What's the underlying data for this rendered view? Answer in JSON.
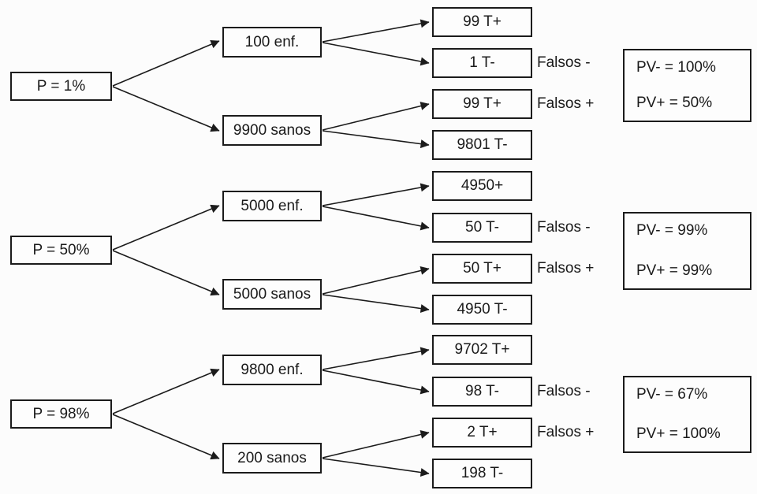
{
  "diagram": {
    "description": "Decision tree of test results by disease prevalence with predictive values",
    "line_color": "#1b1b1b",
    "background": "#fcfcfc",
    "groups": [
      {
        "root": "P = 1%",
        "branches": [
          "100 enf.",
          "9900 sanos"
        ],
        "leaves": [
          "99 T+",
          "1 T-",
          "99 T+",
          "9801 T-"
        ],
        "falsos_neg": "Falsos -",
        "falsos_pos": "Falsos +",
        "pv_neg": "PV- = 100%",
        "pv_pos": "PV+ = 50%"
      },
      {
        "root": "P = 50%",
        "branches": [
          "5000 enf.",
          "5000 sanos"
        ],
        "leaves": [
          "4950+",
          "50 T-",
          "50 T+",
          "4950 T-"
        ],
        "falsos_neg": "Falsos -",
        "falsos_pos": "Falsos +",
        "pv_neg": "PV- = 99%",
        "pv_pos": "PV+ = 99%"
      },
      {
        "root": "P = 98%",
        "branches": [
          "9800 enf.",
          "200 sanos"
        ],
        "leaves": [
          "9702 T+",
          "98 T-",
          "2 T+",
          "198 T-"
        ],
        "falsos_neg": "Falsos -",
        "falsos_pos": "Falsos +",
        "pv_neg": "PV- = 67%",
        "pv_pos": "PV+ = 100%"
      }
    ]
  }
}
